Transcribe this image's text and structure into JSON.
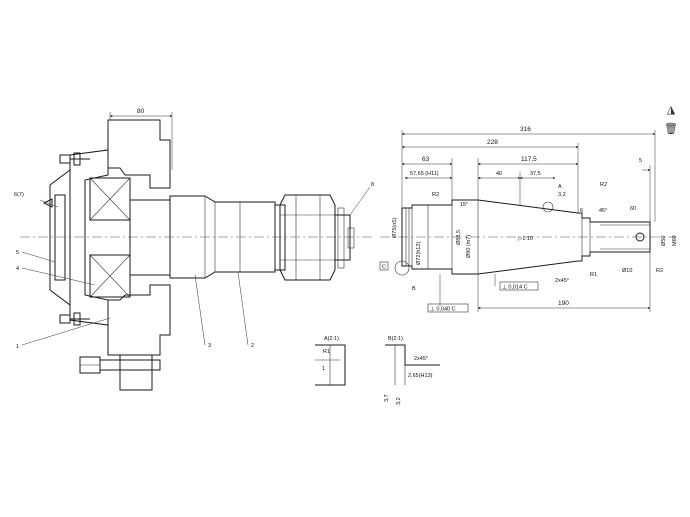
{
  "assembly": {
    "top_dim": "80",
    "callouts": {
      "c1": "1",
      "c2": "2",
      "c3": "3",
      "c4": "4",
      "c5": "5",
      "c67": "6(7)",
      "c8": "8"
    }
  },
  "shaft": {
    "dims": {
      "d316": "316",
      "d228": "228",
      "d63": "63",
      "d117": "117,5",
      "d57": "57,65 (H11)",
      "d40": "40",
      "d37": "37,5",
      "d5": "5",
      "d32": "3,2",
      "d190": "190",
      "d60": "60",
      "d6": "6"
    },
    "labels": {
      "phi75": "Ø75(n5)",
      "phi72": "Ø72(h12)",
      "phi885": "Ø88,5",
      "phi90": "Ø90 (m7)",
      "taper": "▷1:10",
      "phi50": "Ø50",
      "m60": "M60",
      "phi10": "Ø10",
      "r2a": "R2",
      "r2b": "R2",
      "r2c": "R2",
      "r1": "R1",
      "deg45a": "45°",
      "deg45b": "45°",
      "chamfer": "2x45°",
      "ang15": "15°",
      "a": "A",
      "b": "B",
      "c": "C"
    },
    "tolerances": {
      "t1": "⊥ 0,014 C",
      "t2": "⊥ 0,040 C"
    }
  },
  "details": {
    "a_title": "A(2:1)",
    "a_r": "R1",
    "a_one": "1",
    "b_title": "B(2:1)",
    "b_chamfer": "2x45°",
    "b_dim": "2,65(H13)",
    "b_v1": "3,7",
    "b_v2": "3,2"
  },
  "toolbar": {
    "icon1": "◮",
    "icon2": "🗑"
  }
}
